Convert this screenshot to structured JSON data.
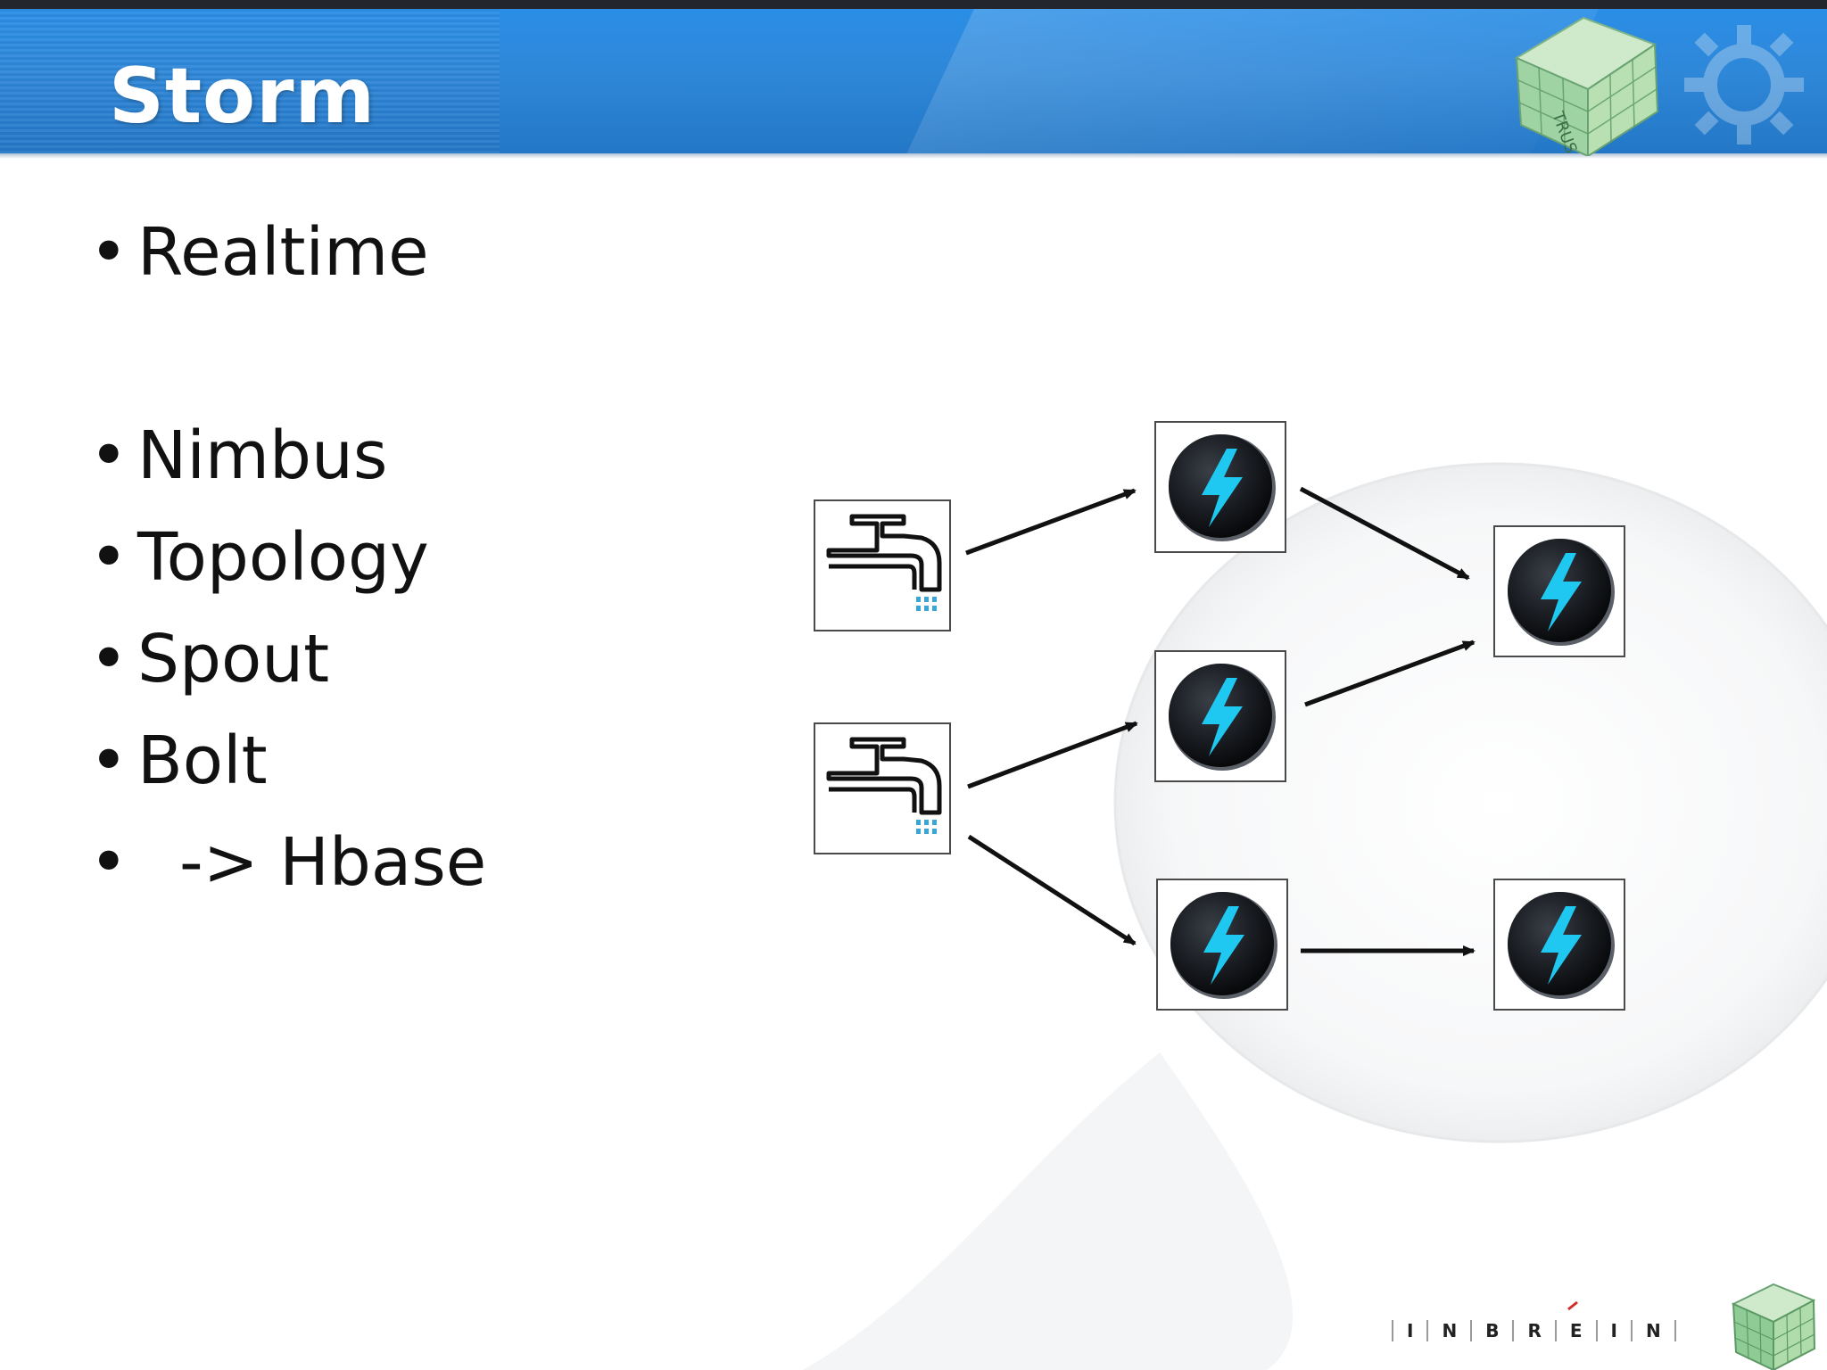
{
  "slide": {
    "title": "Storm",
    "bullets": [
      "Realtime",
      "Nimbus",
      "Topology",
      "Spout",
      "Bolt",
      "  -> Hbase"
    ],
    "bullet_marker": "•"
  },
  "diagram": {
    "nodes": [
      {
        "id": "spout-1",
        "kind": "spout",
        "icon": "faucet-icon"
      },
      {
        "id": "spout-2",
        "kind": "spout",
        "icon": "faucet-icon"
      },
      {
        "id": "bolt-1",
        "kind": "bolt",
        "icon": "lightning-bolt-icon"
      },
      {
        "id": "bolt-2",
        "kind": "bolt",
        "icon": "lightning-bolt-icon"
      },
      {
        "id": "bolt-3",
        "kind": "bolt",
        "icon": "lightning-bolt-icon"
      },
      {
        "id": "bolt-4",
        "kind": "bolt",
        "icon": "lightning-bolt-icon"
      },
      {
        "id": "bolt-5",
        "kind": "bolt",
        "icon": "lightning-bolt-icon"
      }
    ],
    "edges": [
      {
        "from": "spout-1",
        "to": "bolt-1"
      },
      {
        "from": "bolt-1",
        "to": "bolt-4"
      },
      {
        "from": "spout-2",
        "to": "bolt-2"
      },
      {
        "from": "bolt-2",
        "to": "bolt-4"
      },
      {
        "from": "spout-2",
        "to": "bolt-3"
      },
      {
        "from": "bolt-3",
        "to": "bolt-5"
      }
    ],
    "colors": {
      "bolt_glyph": "#1ec8f0",
      "bolt_disc": "#1a1d22",
      "arrow": "#111111",
      "water_drops": "#3aa6d8"
    }
  },
  "footer": {
    "brand_letters": [
      "I",
      "N",
      "B",
      "R",
      "E",
      "I",
      "N"
    ],
    "accent_color": "#d22b2b"
  },
  "header": {
    "colors": {
      "band_top": "#2a8ee6",
      "band_bottom": "#2377c6"
    }
  }
}
